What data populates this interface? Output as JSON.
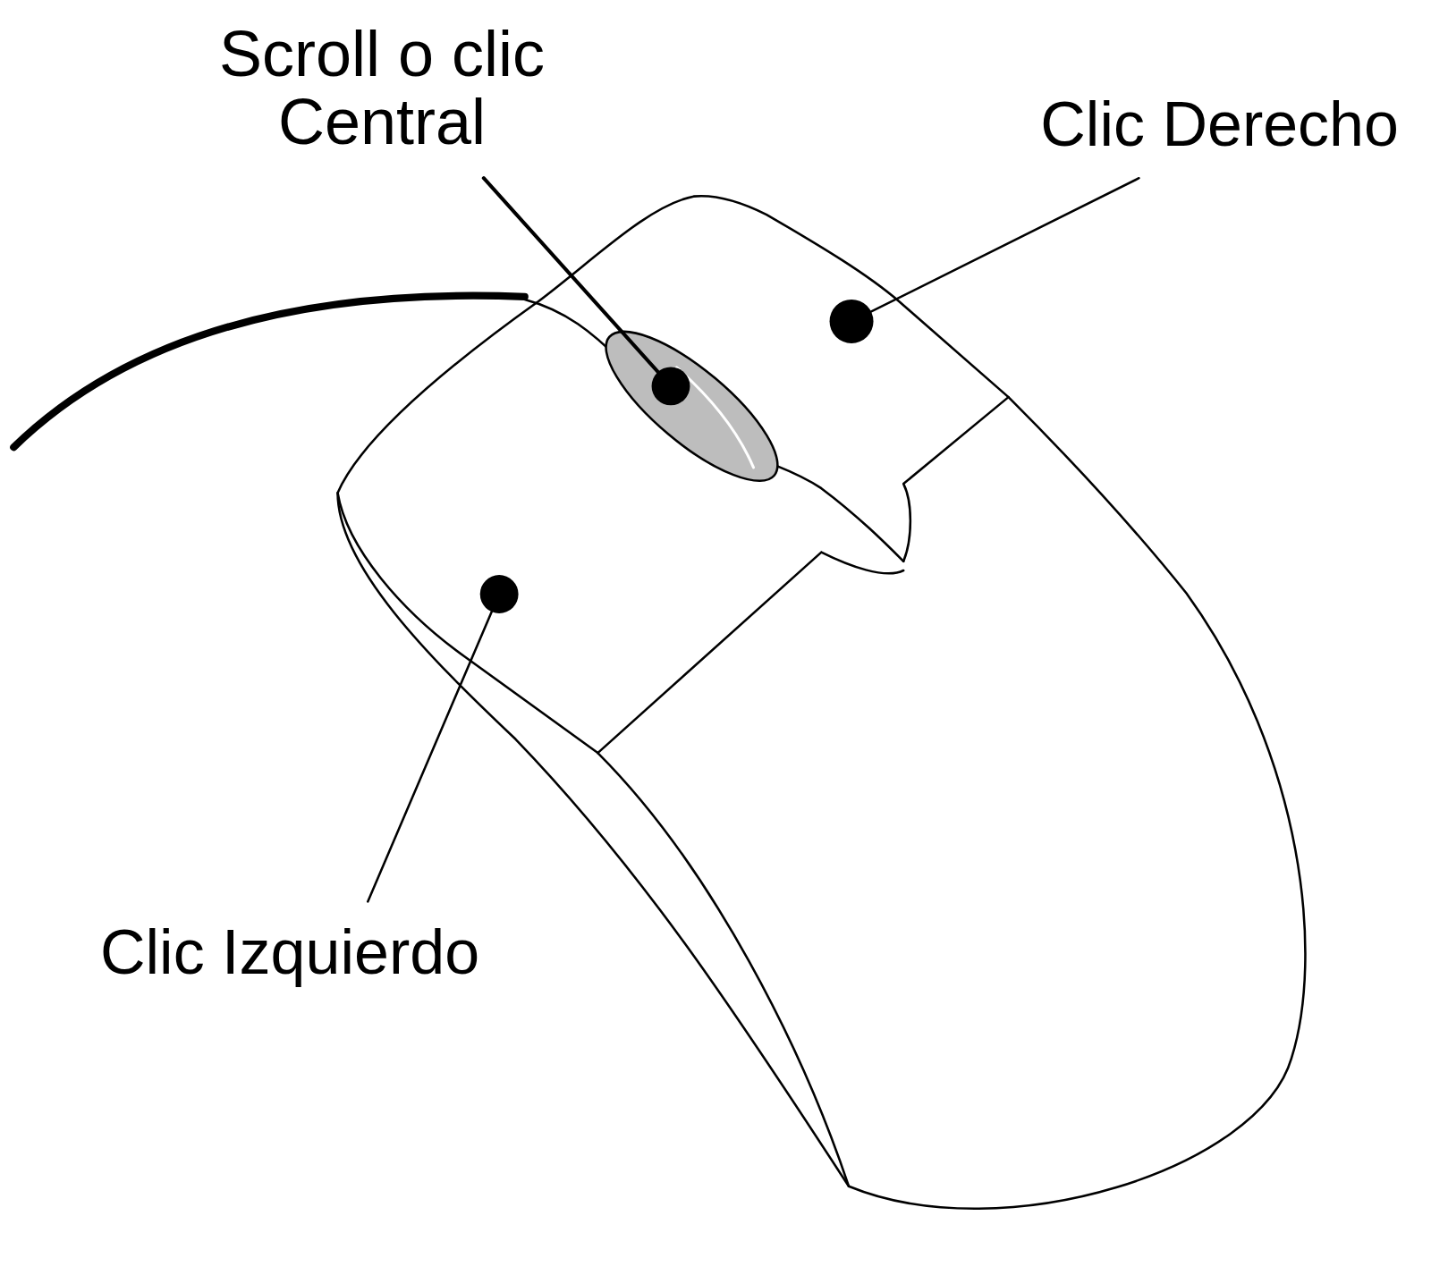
{
  "diagram": {
    "labels": [
      "Scroll o clic Central",
      "Clic Derecho",
      "Clic Izquierdo"
    ]
  }
}
